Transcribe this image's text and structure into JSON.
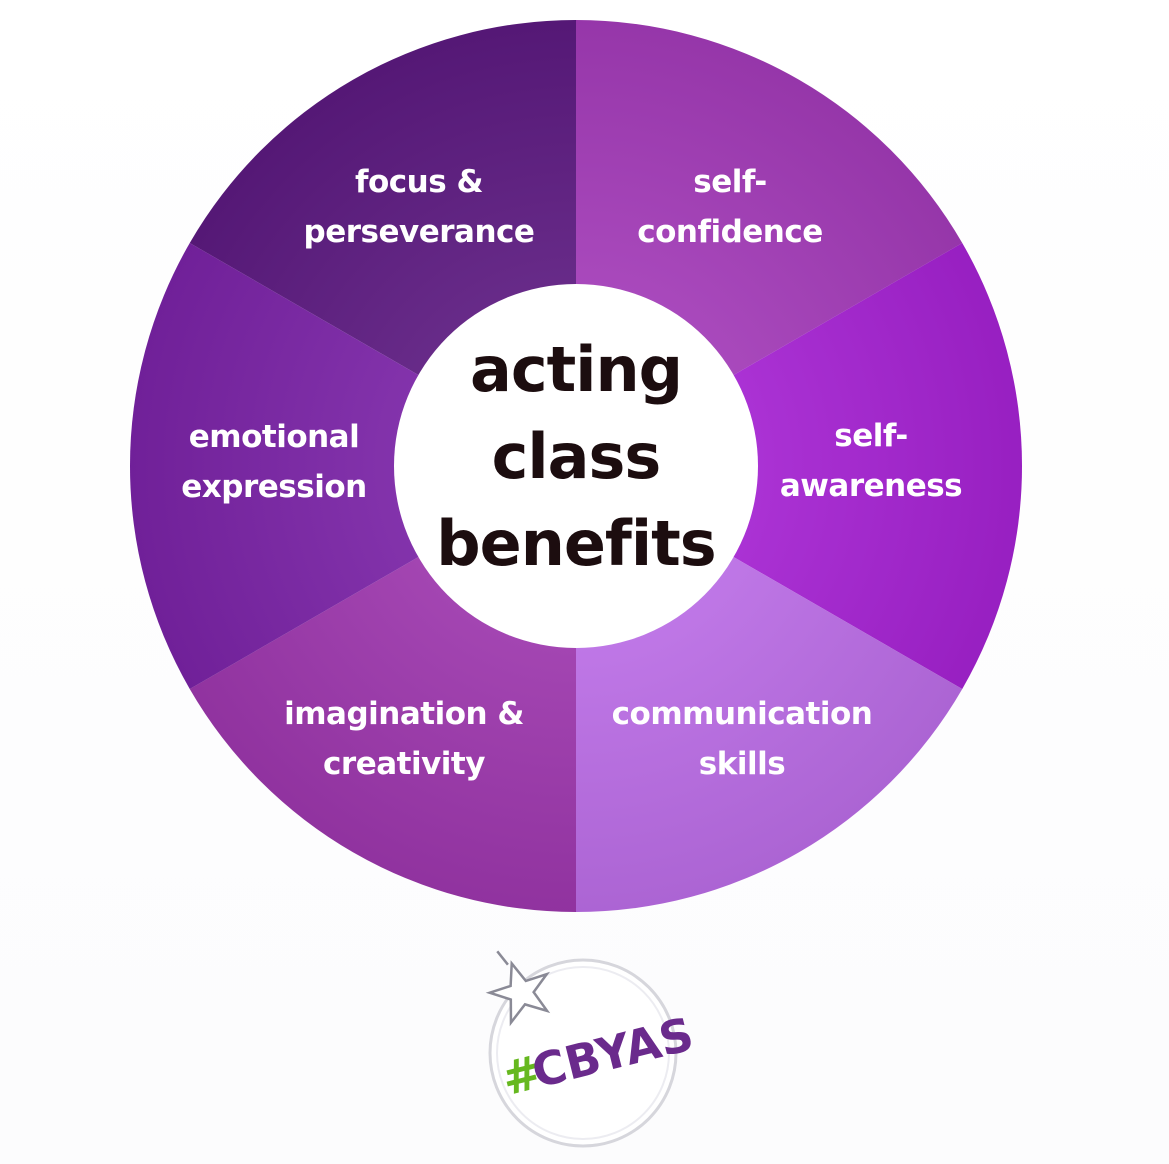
{
  "center": {
    "lines": [
      "acting",
      "class",
      "benefits"
    ]
  },
  "segments": [
    {
      "lines": [
        "focus &",
        "perseverance"
      ],
      "color": "#5c1a80"
    },
    {
      "lines": [
        "self-",
        "confidence"
      ],
      "color": "#a33bb8"
    },
    {
      "lines": [
        "self-",
        "awareness"
      ],
      "color": "#a522d2"
    },
    {
      "lines": [
        "communication",
        "skills"
      ],
      "color": "#bb6de6"
    },
    {
      "lines": [
        "imagination &",
        "creativity"
      ],
      "color": "#9d37ad"
    },
    {
      "lines": [
        "emotional",
        "expression"
      ],
      "color": "#7a23a6"
    }
  ],
  "logo": {
    "hash": "#",
    "text": "CBYAS",
    "hash_color": "#66b81f",
    "text_color": "#6a2a8c",
    "icon": "star-icon"
  }
}
